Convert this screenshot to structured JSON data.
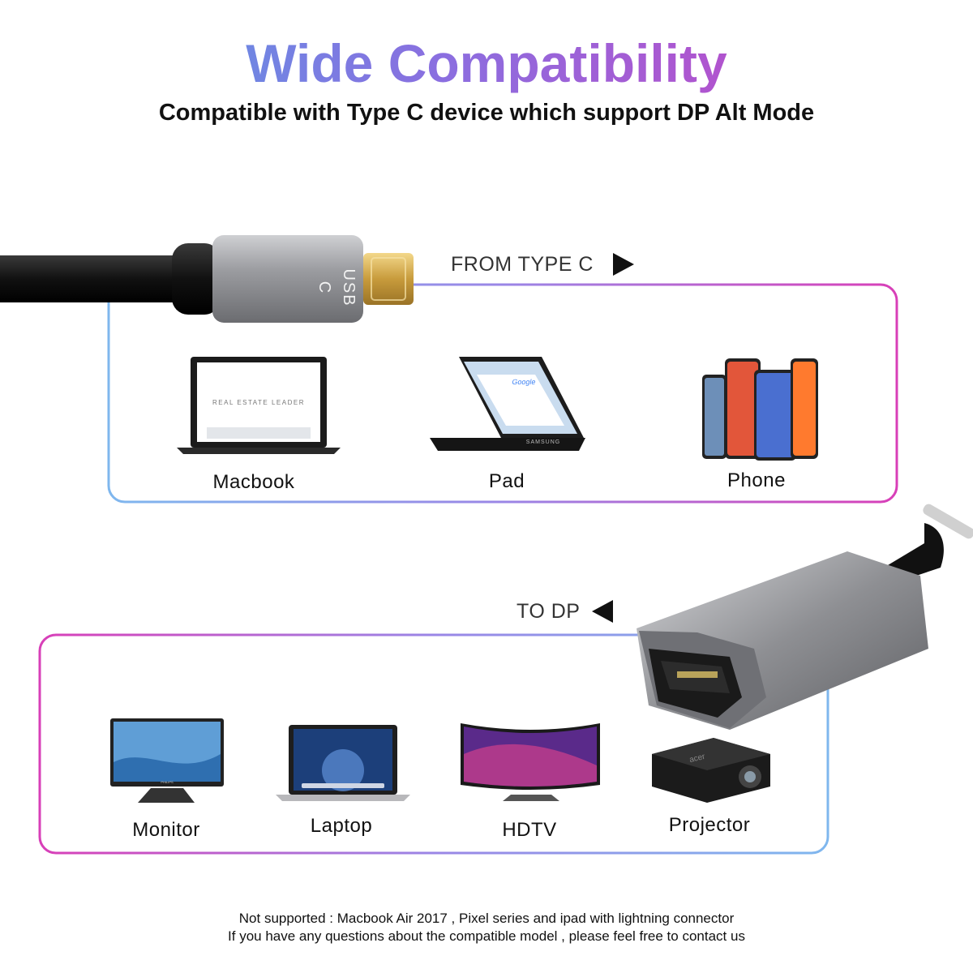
{
  "header": {
    "title": "Wide Compatibility",
    "subtitle": "Compatible with Type C device which support DP Alt Mode"
  },
  "connector_top": {
    "engraving": "USB C"
  },
  "section_from": {
    "label": "FROM TYPE C",
    "arrow": "right-triangle-icon",
    "devices": [
      {
        "label": "Macbook",
        "icon": "laptop-icon",
        "screen_text": "REAL ESTATE LEADER"
      },
      {
        "label": "Pad",
        "icon": "convertible-laptop-icon",
        "screen_text": "Google",
        "brand": "SAMSUNG"
      },
      {
        "label": "Phone",
        "icon": "smartphones-icon"
      }
    ]
  },
  "section_to": {
    "label": "TO DP",
    "arrow": "left-triangle-icon",
    "devices": [
      {
        "label": "Monitor",
        "icon": "monitor-icon",
        "brand": "PHILIPS"
      },
      {
        "label": "Laptop",
        "icon": "laptop-icon"
      },
      {
        "label": "HDTV",
        "icon": "curved-tv-icon"
      },
      {
        "label": "Projector",
        "icon": "projector-icon",
        "brand": "acer"
      }
    ]
  },
  "footer": {
    "line1": "Not supported : Macbook Air 2017 , Pixel series and ipad with lightning connector",
    "line2": "If you have any questions about the compatible model , please feel free to contact us"
  },
  "colors": {
    "gradient_blue": "#4fa3e6",
    "gradient_purple": "#8a6fe0",
    "gradient_magenta": "#d23cbf"
  }
}
